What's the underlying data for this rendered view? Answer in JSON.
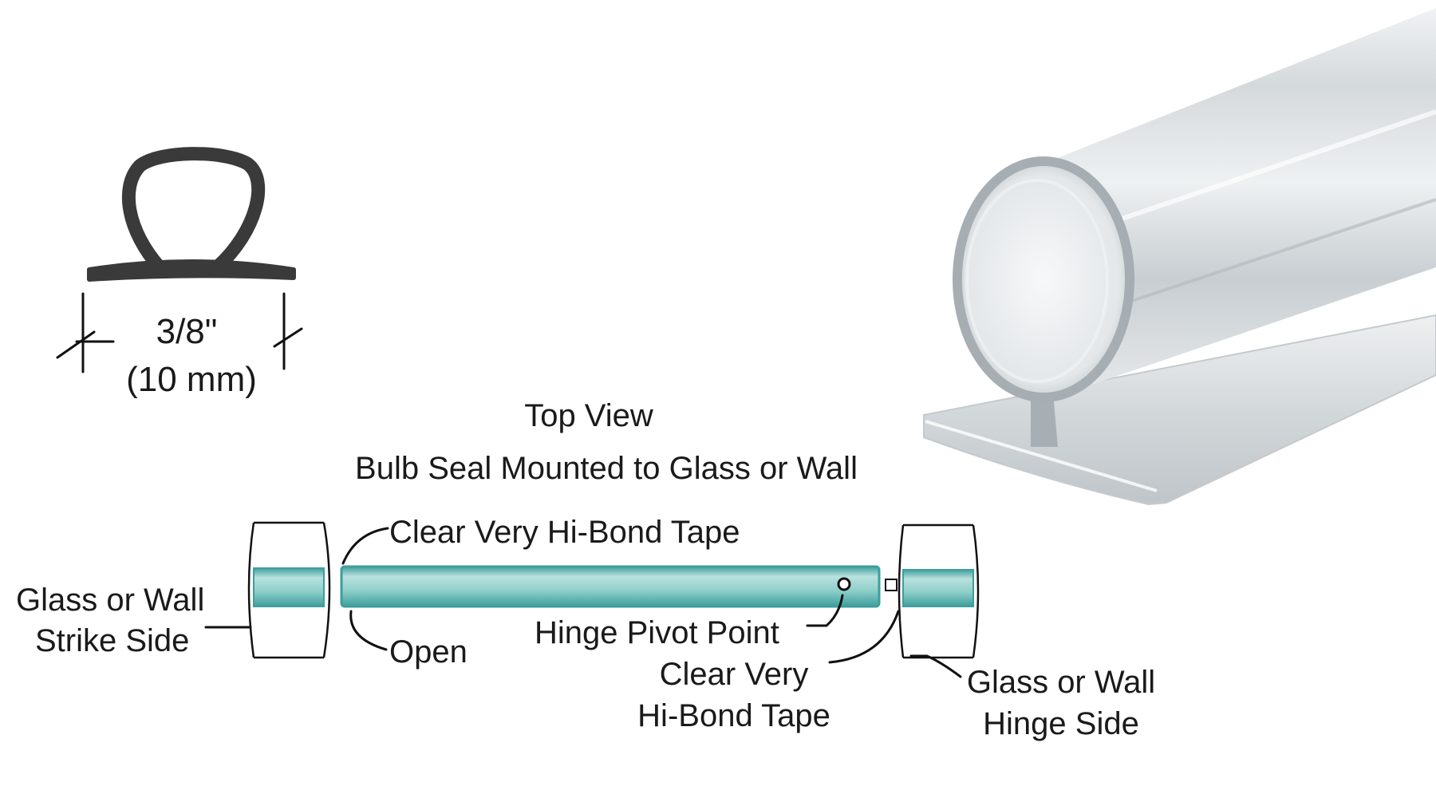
{
  "dimension": {
    "width": "3/8\"",
    "metric": "(10 mm)"
  },
  "heading": {
    "line1": "Top View",
    "line2": "Bulb Seal Mounted to Glass or Wall"
  },
  "labels": {
    "tape_top": "Clear Very Hi-Bond Tape",
    "strike_line1": "Glass or Wall",
    "strike_line2": "Strike Side",
    "open": "Open",
    "pivot": "Hinge Pivot Point",
    "tape_bottom_line1": "Clear Very",
    "tape_bottom_line2": "Hi-Bond Tape",
    "hinge_line1": "Glass or Wall",
    "hinge_line2": "Hinge Side"
  },
  "colors": {
    "glass": "#46a9a8",
    "glass_light": "#a8dad6",
    "profile": "#3a3a3a",
    "seal": "#c9cfd2"
  }
}
